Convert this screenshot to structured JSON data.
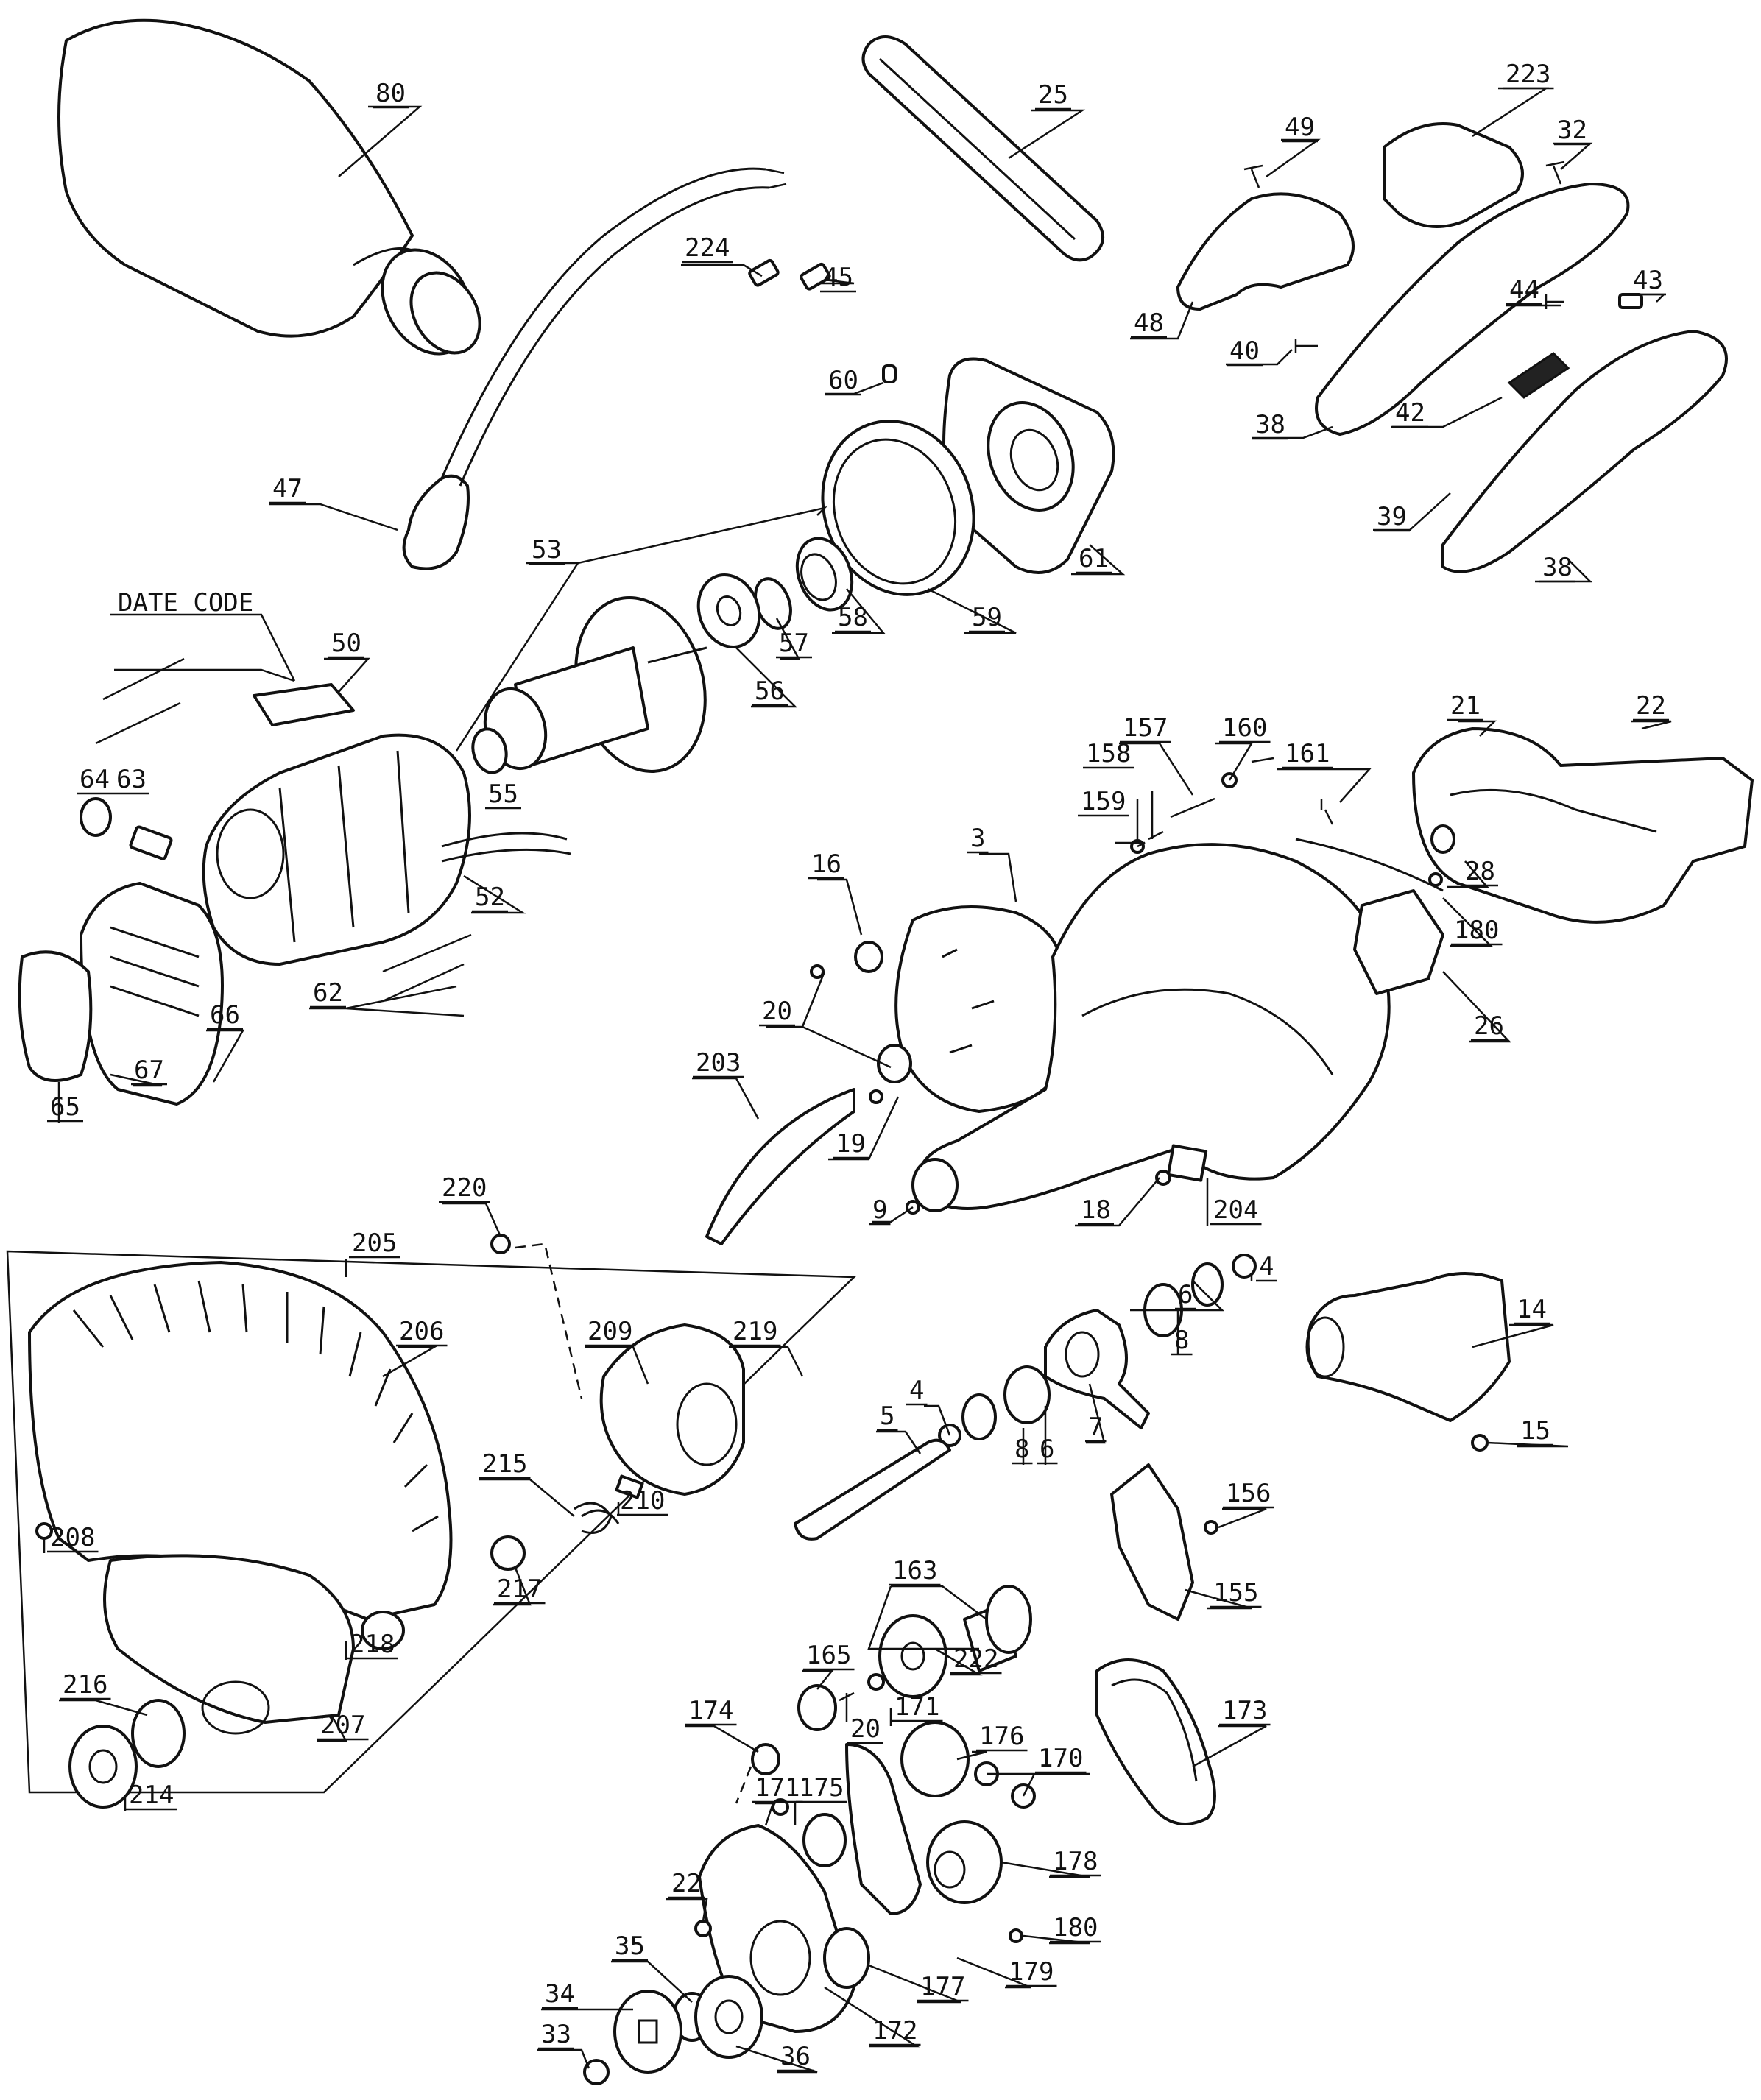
{
  "date_code": "DATE CODE",
  "callouts": [
    {
      "id": "c80",
      "text": "80"
    },
    {
      "id": "c25",
      "text": "25"
    },
    {
      "id": "c223",
      "text": "223"
    },
    {
      "id": "c49",
      "text": "49"
    },
    {
      "id": "c32",
      "text": "32"
    },
    {
      "id": "c224",
      "text": "224"
    },
    {
      "id": "c45",
      "text": "45"
    },
    {
      "id": "c48",
      "text": "48"
    },
    {
      "id": "c44",
      "text": "44"
    },
    {
      "id": "c43",
      "text": "43"
    },
    {
      "id": "c40",
      "text": "40"
    },
    {
      "id": "c60",
      "text": "60"
    },
    {
      "id": "c42",
      "text": "42"
    },
    {
      "id": "c38a",
      "text": "38"
    },
    {
      "id": "c47",
      "text": "47"
    },
    {
      "id": "c61",
      "text": "61"
    },
    {
      "id": "c39",
      "text": "39"
    },
    {
      "id": "c53",
      "text": "53"
    },
    {
      "id": "c38b",
      "text": "38"
    },
    {
      "id": "c58",
      "text": "58"
    },
    {
      "id": "c59",
      "text": "59"
    },
    {
      "id": "c57",
      "text": "57"
    },
    {
      "id": "c50",
      "text": "50"
    },
    {
      "id": "c56",
      "text": "56"
    },
    {
      "id": "c157",
      "text": "157"
    },
    {
      "id": "c160",
      "text": "160"
    },
    {
      "id": "c21",
      "text": "21"
    },
    {
      "id": "c22a",
      "text": "22"
    },
    {
      "id": "c161",
      "text": "161"
    },
    {
      "id": "c158",
      "text": "158"
    },
    {
      "id": "c64",
      "text": "64"
    },
    {
      "id": "c63",
      "text": "63"
    },
    {
      "id": "c55",
      "text": "55"
    },
    {
      "id": "c159",
      "text": "159"
    },
    {
      "id": "c3",
      "text": "3"
    },
    {
      "id": "c52",
      "text": "52"
    },
    {
      "id": "c16",
      "text": "16"
    },
    {
      "id": "c28",
      "text": "28"
    },
    {
      "id": "c180a",
      "text": "180"
    },
    {
      "id": "c62",
      "text": "62"
    },
    {
      "id": "c20a",
      "text": "20"
    },
    {
      "id": "c26",
      "text": "26"
    },
    {
      "id": "c66",
      "text": "66"
    },
    {
      "id": "c203",
      "text": "203"
    },
    {
      "id": "c67",
      "text": "67"
    },
    {
      "id": "c65",
      "text": "65"
    },
    {
      "id": "c19",
      "text": "19"
    },
    {
      "id": "c220",
      "text": "220"
    },
    {
      "id": "c9",
      "text": "9"
    },
    {
      "id": "c18",
      "text": "18"
    },
    {
      "id": "c204",
      "text": "204"
    },
    {
      "id": "c205",
      "text": "205"
    },
    {
      "id": "c4a",
      "text": "4"
    },
    {
      "id": "c206",
      "text": "206"
    },
    {
      "id": "c209",
      "text": "209"
    },
    {
      "id": "c219",
      "text": "219"
    },
    {
      "id": "c14",
      "text": "14"
    },
    {
      "id": "c8a",
      "text": "8"
    },
    {
      "id": "c6a",
      "text": "6"
    },
    {
      "id": "c4b",
      "text": "4"
    },
    {
      "id": "c5",
      "text": "5"
    },
    {
      "id": "c7",
      "text": "7"
    },
    {
      "id": "c15",
      "text": "15"
    },
    {
      "id": "c215",
      "text": "215"
    },
    {
      "id": "c6b",
      "text": "6"
    },
    {
      "id": "c8b",
      "text": "8"
    },
    {
      "id": "c210",
      "text": "210"
    },
    {
      "id": "c208",
      "text": "208"
    },
    {
      "id": "c156",
      "text": "156"
    },
    {
      "id": "c217",
      "text": "217"
    },
    {
      "id": "c163",
      "text": "163"
    },
    {
      "id": "c155",
      "text": "155"
    },
    {
      "id": "c218",
      "text": "218"
    },
    {
      "id": "c165",
      "text": "165"
    },
    {
      "id": "c222",
      "text": "222"
    },
    {
      "id": "c216",
      "text": "216"
    },
    {
      "id": "c207",
      "text": "207"
    },
    {
      "id": "c174",
      "text": "174"
    },
    {
      "id": "c20b",
      "text": "20"
    },
    {
      "id": "c171a",
      "text": "171"
    },
    {
      "id": "c176",
      "text": "176"
    },
    {
      "id": "c173",
      "text": "173"
    },
    {
      "id": "c214",
      "text": "214"
    },
    {
      "id": "c170",
      "text": "170"
    },
    {
      "id": "c175",
      "text": "175"
    },
    {
      "id": "c171b",
      "text": "171"
    },
    {
      "id": "c178",
      "text": "178"
    },
    {
      "id": "c22b",
      "text": "22"
    },
    {
      "id": "c180b",
      "text": "180"
    },
    {
      "id": "c35",
      "text": "35"
    },
    {
      "id": "c179",
      "text": "179"
    },
    {
      "id": "c34",
      "text": "34"
    },
    {
      "id": "c177",
      "text": "177"
    },
    {
      "id": "c33",
      "text": "33"
    },
    {
      "id": "c172",
      "text": "172"
    },
    {
      "id": "c36",
      "text": "36"
    }
  ]
}
